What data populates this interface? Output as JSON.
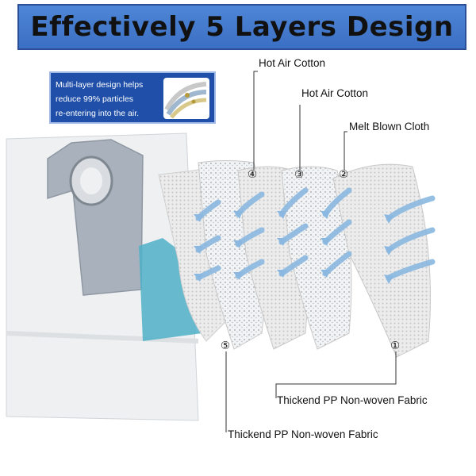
{
  "title": "Effectively 5 Layers Design",
  "info_box": {
    "lines": [
      "Multi-layer design helps",
      "reduce 99% particles",
      "re-entering into the air."
    ]
  },
  "layers": [
    {
      "number": "④",
      "label": "Hot Air Cotton"
    },
    {
      "number": "③",
      "label": "Hot Air Cotton"
    },
    {
      "number": "②",
      "label": "Melt Blown Cloth"
    },
    {
      "number": "①",
      "label": "Thickend PP Non-woven Fabric"
    },
    {
      "number": "⑤",
      "label": "Thickend PP Non-woven Fabric"
    }
  ],
  "colors": {
    "banner": "#4a7fd0",
    "info_box": "#1f4fa8",
    "arrow": "#8ab8e0",
    "bag_plate": "#a9b2bc"
  }
}
